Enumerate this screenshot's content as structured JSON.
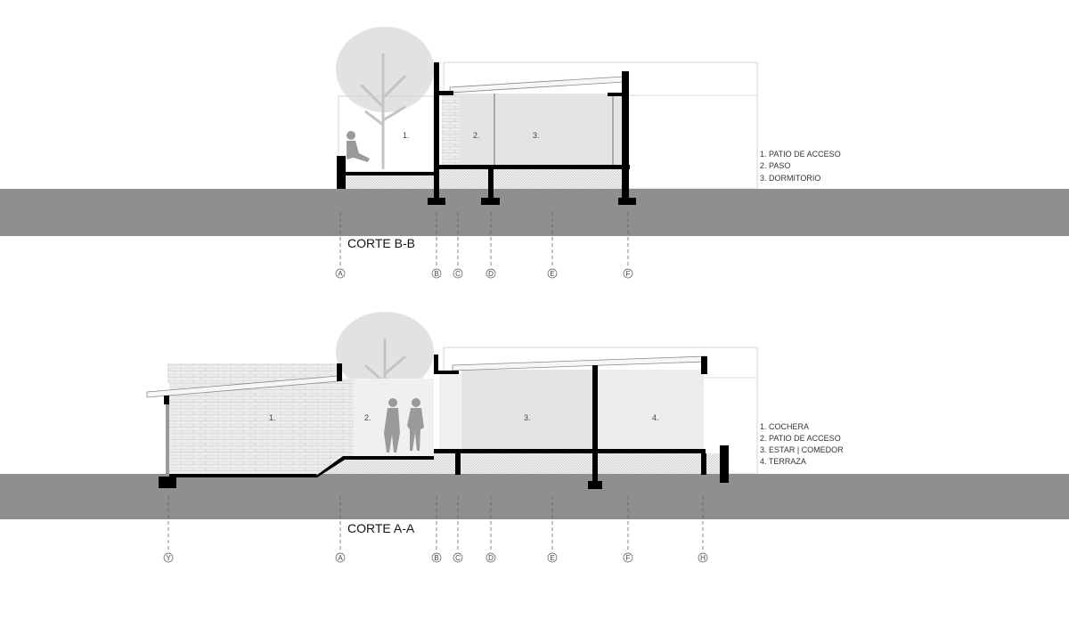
{
  "sections": [
    {
      "title": "CORTE B-B",
      "rooms": [
        "1.",
        "2.",
        "3."
      ],
      "legend": [
        "1. PATIO DE ACCESO",
        "2. PASO",
        "3. DORMITORIO"
      ],
      "axes": [
        "A",
        "B",
        "C",
        "D",
        "E",
        "F"
      ]
    },
    {
      "title": "CORTE A-A",
      "rooms": [
        "1.",
        "2.",
        "3.",
        "4."
      ],
      "legend": [
        "1. COCHERA",
        "2. PATIO DE ACCESO",
        "3. ESTAR | COMEDOR",
        "4. TERRAZA"
      ],
      "axes": [
        "Y",
        "A",
        "B",
        "C",
        "D",
        "E",
        "F",
        "H"
      ]
    }
  ],
  "colors": {
    "ground": "#8f8f8f",
    "room": "#e4e4e4",
    "wall": "#000000",
    "tree": "#d8d8d8"
  }
}
